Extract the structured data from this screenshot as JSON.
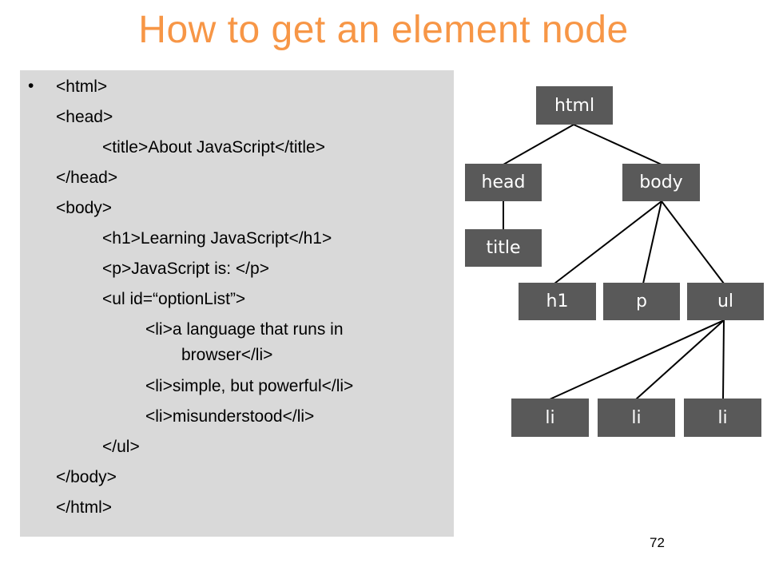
{
  "slide": {
    "title": "How to get an element node",
    "page_number": "72"
  },
  "code": {
    "bullet": "•",
    "lines": [
      "<html>",
      "<head>",
      "<title>About JavaScript</title>",
      "</head>",
      "<body>",
      "<h1>Learning JavaScript</h1>",
      "<p>JavaScript is: </p>",
      "<ul id=“optionList”>",
      "<li>a language that runs in",
      "browser</li>",
      "<li>simple, but powerful</li>",
      "<li>misunderstood</li>",
      "</ul>",
      "</body>",
      "</html>"
    ]
  },
  "tree": {
    "node_color": "#595959",
    "nodes": {
      "html": "html",
      "head": "head",
      "body": "body",
      "title": "title",
      "h1": "h1",
      "p": "p",
      "ul": "ul",
      "li1": "li",
      "li2": "li",
      "li3": "li"
    }
  }
}
